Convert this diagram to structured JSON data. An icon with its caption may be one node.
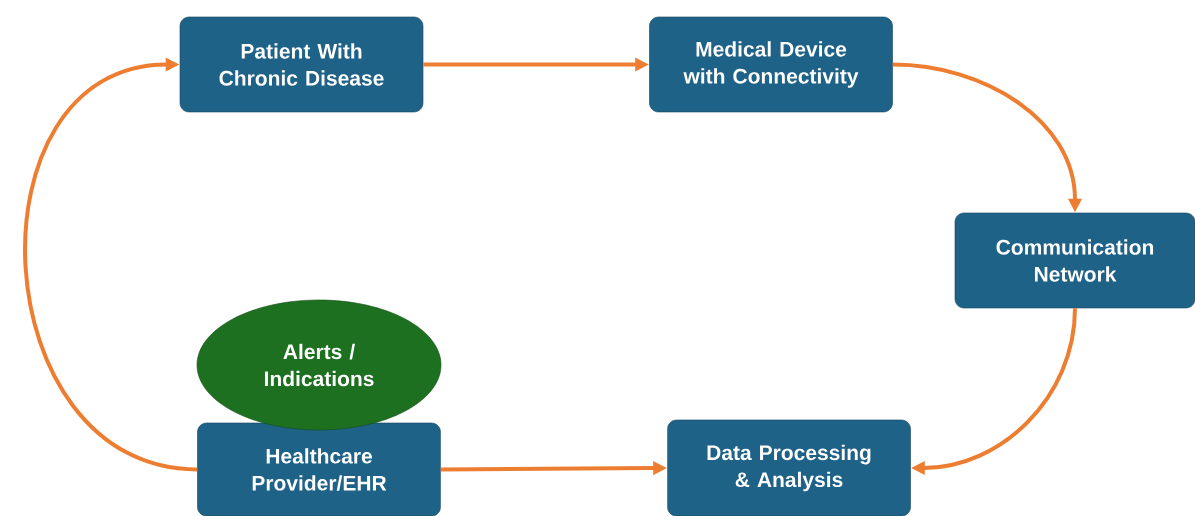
{
  "diagram": {
    "nodes": [
      {
        "text": [
          "Patient With Chronic Disease"
        ]
      },
      {
        "text": [
          "Medical Device with Connectivity"
        ]
      },
      {
        "text": [
          "Communication Network"
        ]
      },
      {
        "text": [
          "Data Processing & Analysis"
        ]
      },
      {
        "text": [
          "Healthcare Provider/EHR"
        ]
      },
      {
        "text": [
          "Alerts / Indications"
        ]
      }
    ],
    "edges": [
      {
        "from": 0,
        "to": 1,
        "arrow": "to",
        "color": "#ed7d31"
      },
      {
        "from": 1,
        "to": 2,
        "arrow": "to",
        "color": "#ed7d31"
      },
      {
        "from": 2,
        "to": 3,
        "arrow": "to",
        "color": "#ed7d31"
      },
      {
        "from": 4,
        "to": 3,
        "arrow": "to",
        "color": "#ed7d31"
      },
      {
        "from": 4,
        "to": 0,
        "arrow": "to",
        "color": "#ed7d31"
      }
    ]
  }
}
